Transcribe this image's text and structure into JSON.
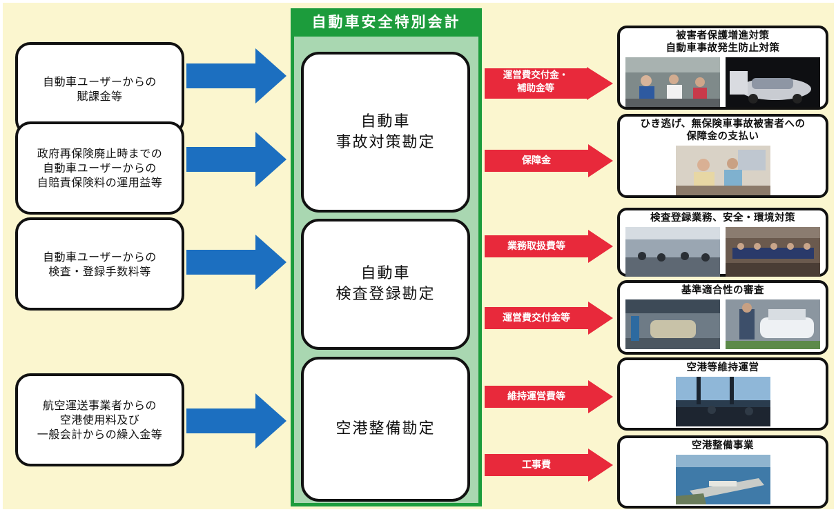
{
  "center": {
    "title": "自動車安全特別会計"
  },
  "sources": [
    {
      "text": "自動車ユーザーからの\n賦課金等"
    },
    {
      "text": "政府再保険廃止時までの\n自動車ユーザーからの\n自賠責保険料の運用益等"
    },
    {
      "text": "自動車ユーザーからの\n検査・登録手数料等"
    },
    {
      "text": "航空運送事業者からの\n空港使用料及び\n一般会計からの繰入金等"
    }
  ],
  "accounts": [
    {
      "text": "自動車\n事故対策勘定"
    },
    {
      "text": "自動車\n検査登録勘定"
    },
    {
      "text": "空港整備勘定"
    }
  ],
  "flows": [
    {
      "label": "運営費交付金・\n補助金等"
    },
    {
      "label": "保障金"
    },
    {
      "label": "業務取扱費等"
    },
    {
      "label": "運営費交付金等"
    },
    {
      "label": "維持運営費等"
    },
    {
      "label": "工事費"
    }
  ],
  "destinations": [
    {
      "title": "被害者保護増進対策\n自動車事故発生防止対策"
    },
    {
      "title": "ひき逃げ、無保険車事故被害者への\n保障金の支払い"
    },
    {
      "title": "検査登録業務、安全・環境対策"
    },
    {
      "title": "基準適合性の審査"
    },
    {
      "title": "空港等維持運営"
    },
    {
      "title": "空港整備事業"
    }
  ],
  "colors": {
    "background": "#fbf6cf",
    "center_green": "#1c9c3c",
    "center_inner": "#a9d7b1",
    "blue_arrow": "#1c6fc0",
    "red_arrow": "#e8293b"
  }
}
